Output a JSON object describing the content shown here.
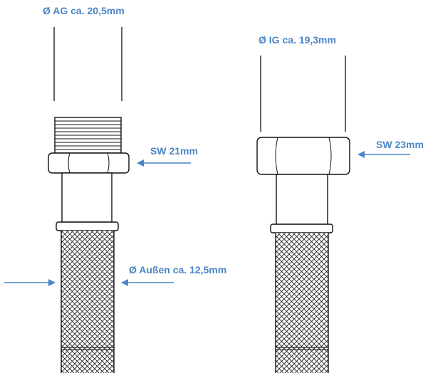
{
  "labels": {
    "ag_diameter": "Ø AG ca. 20,5mm",
    "ig_diameter": "Ø IG ca. 19,3mm",
    "sw_left": "SW 21mm",
    "sw_right": "SW 23mm",
    "hose_outer": "Ø Außen ca. 12,5mm"
  },
  "colors": {
    "label": "#4a86c6",
    "line": "#111111"
  }
}
